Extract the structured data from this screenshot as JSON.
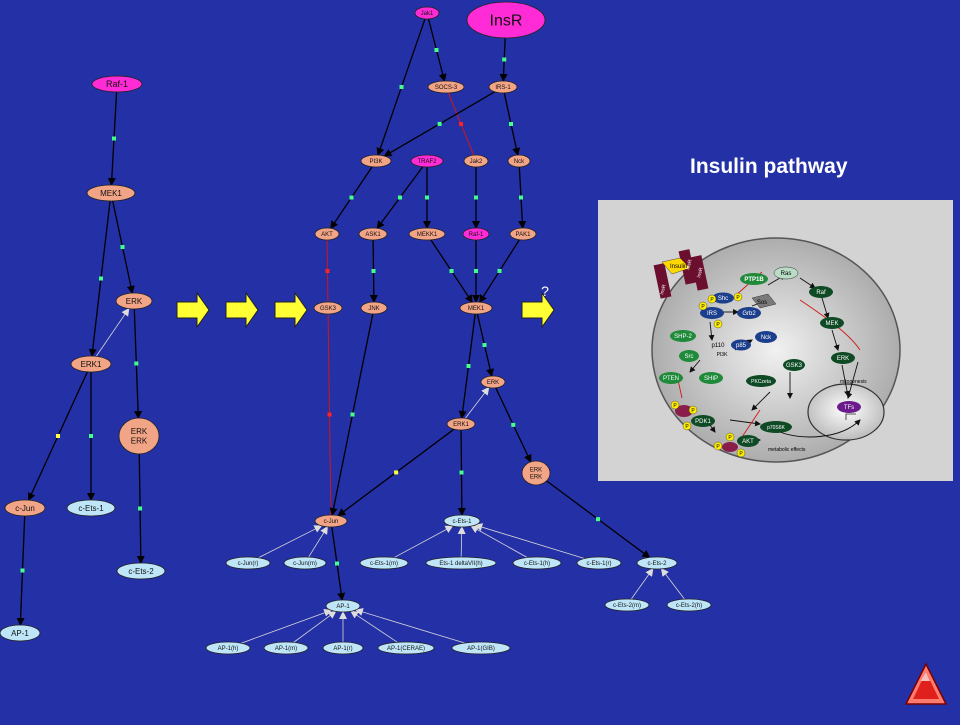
{
  "slide": {
    "title": "Insulin pathway",
    "question_mark": "?",
    "background_color": "#2430a6",
    "nav_icon": "triangle-nav-icon"
  },
  "colors": {
    "salmon": "#f2a486",
    "magenta": "#ff2bd6",
    "light_blue": "#bfe6f8",
    "edge": "#000000",
    "red_edge": "#d11616",
    "arrow_fill": "#ffff33",
    "node_stroke": "#222222"
  },
  "left_graph": {
    "nodes": [
      {
        "id": "raf1",
        "label": "Raf-1",
        "color": "magenta"
      },
      {
        "id": "mek1",
        "label": "MEK1",
        "color": "salmon"
      },
      {
        "id": "erk",
        "label": "ERK",
        "color": "salmon"
      },
      {
        "id": "erk1",
        "label": "ERK1",
        "color": "salmon"
      },
      {
        "id": "erkerk",
        "label": "ERK ERK",
        "color": "salmon"
      },
      {
        "id": "cjun",
        "label": "c-Jun",
        "color": "salmon"
      },
      {
        "id": "cets1",
        "label": "c-Ets-1",
        "color": "light_blue"
      },
      {
        "id": "cets2",
        "label": "c-Ets-2",
        "color": "light_blue"
      },
      {
        "id": "ap1",
        "label": "AP-1",
        "color": "light_blue"
      }
    ]
  },
  "mid_graph": {
    "nodes": [
      {
        "id": "insr",
        "label": "InsR",
        "color": "magenta"
      },
      {
        "id": "jak1",
        "label": "Jak1",
        "color": "magenta"
      },
      {
        "id": "socs3",
        "label": "SOCS-3",
        "color": "salmon"
      },
      {
        "id": "irs1",
        "label": "IRS-1",
        "color": "salmon"
      },
      {
        "id": "pi3k",
        "label": "PI3K",
        "color": "salmon"
      },
      {
        "id": "traf2",
        "label": "TRAF2",
        "color": "magenta"
      },
      {
        "id": "jak2",
        "label": "Jak2",
        "color": "salmon"
      },
      {
        "id": "nck",
        "label": "Nck",
        "color": "salmon"
      },
      {
        "id": "akt",
        "label": "AKT",
        "color": "salmon"
      },
      {
        "id": "ask1",
        "label": "ASK1",
        "color": "salmon"
      },
      {
        "id": "mekk1",
        "label": "MEKK1",
        "color": "salmon"
      },
      {
        "id": "raf1b",
        "label": "Raf-1",
        "color": "magenta"
      },
      {
        "id": "pak1",
        "label": "PAK1",
        "color": "salmon"
      },
      {
        "id": "gsk3",
        "label": "GSK3",
        "color": "salmon"
      },
      {
        "id": "jnk",
        "label": "JNK",
        "color": "salmon"
      },
      {
        "id": "mek1b",
        "label": "MEK1",
        "color": "salmon"
      },
      {
        "id": "erkb",
        "label": "ERK",
        "color": "salmon"
      },
      {
        "id": "erk1b",
        "label": "ERK1",
        "color": "salmon"
      },
      {
        "id": "erkerkb",
        "label": "ERK ERK",
        "color": "salmon"
      },
      {
        "id": "cjunb",
        "label": "c-Jun",
        "color": "salmon"
      },
      {
        "id": "cets1b",
        "label": "c-Ets-1",
        "color": "light_blue"
      },
      {
        "id": "cjunr",
        "label": "c-Jun(r)",
        "color": "light_blue"
      },
      {
        "id": "cjunm",
        "label": "c-Jun(m)",
        "color": "light_blue"
      },
      {
        "id": "cets1m",
        "label": "c-Ets-1(m)",
        "color": "light_blue"
      },
      {
        "id": "ets1d",
        "label": "Ets-1 deltaVII(h)",
        "color": "light_blue"
      },
      {
        "id": "cets1h",
        "label": "c-Ets-1(h)",
        "color": "light_blue"
      },
      {
        "id": "cets1r",
        "label": "c-Ets-1(r)",
        "color": "light_blue"
      },
      {
        "id": "cets2b",
        "label": "c-Ets-2",
        "color": "light_blue"
      },
      {
        "id": "cets2m",
        "label": "c-Ets-2(m)",
        "color": "light_blue"
      },
      {
        "id": "cets2h",
        "label": "c-Ets-2(h)",
        "color": "light_blue"
      },
      {
        "id": "ap1b",
        "label": "AP-1",
        "color": "light_blue"
      },
      {
        "id": "ap1h",
        "label": "AP-1(h)",
        "color": "light_blue"
      },
      {
        "id": "ap1m",
        "label": "AP-1(m)",
        "color": "light_blue"
      },
      {
        "id": "ap1r",
        "label": "AP-1(r)",
        "color": "light_blue"
      },
      {
        "id": "ap1cerae",
        "label": "AP-1(CERAE)",
        "color": "light_blue"
      },
      {
        "id": "ap1gib",
        "label": "AP-1(GIB)",
        "color": "light_blue"
      }
    ]
  },
  "figure": {
    "cell_labels": {
      "insulin": "Insulin",
      "insr": "InsR",
      "ptp1b": "PTP1B",
      "ras": "Ras",
      "raf": "Raf",
      "sos": "Sos",
      "shc": "Shc",
      "irs": "IRS",
      "grb2": "Grb2",
      "mek": "MEK",
      "shp2": "SHP-2",
      "nck": "Nck",
      "p110": "p110",
      "p85": "p85",
      "pi3k": "PI3K",
      "src": "Src",
      "erk": "ERK",
      "pten": "PTEN",
      "ship": "SHIP",
      "gsk3": "GSK3",
      "pkczeta": "PKCzeta",
      "mitogenesis": "mitogenesis",
      "pdk1": "PDK1",
      "p70s6k": "p70S6K",
      "tfs": "TFs",
      "akt": "AKT",
      "metabolic": "metabolic effects",
      "p": "P"
    }
  }
}
